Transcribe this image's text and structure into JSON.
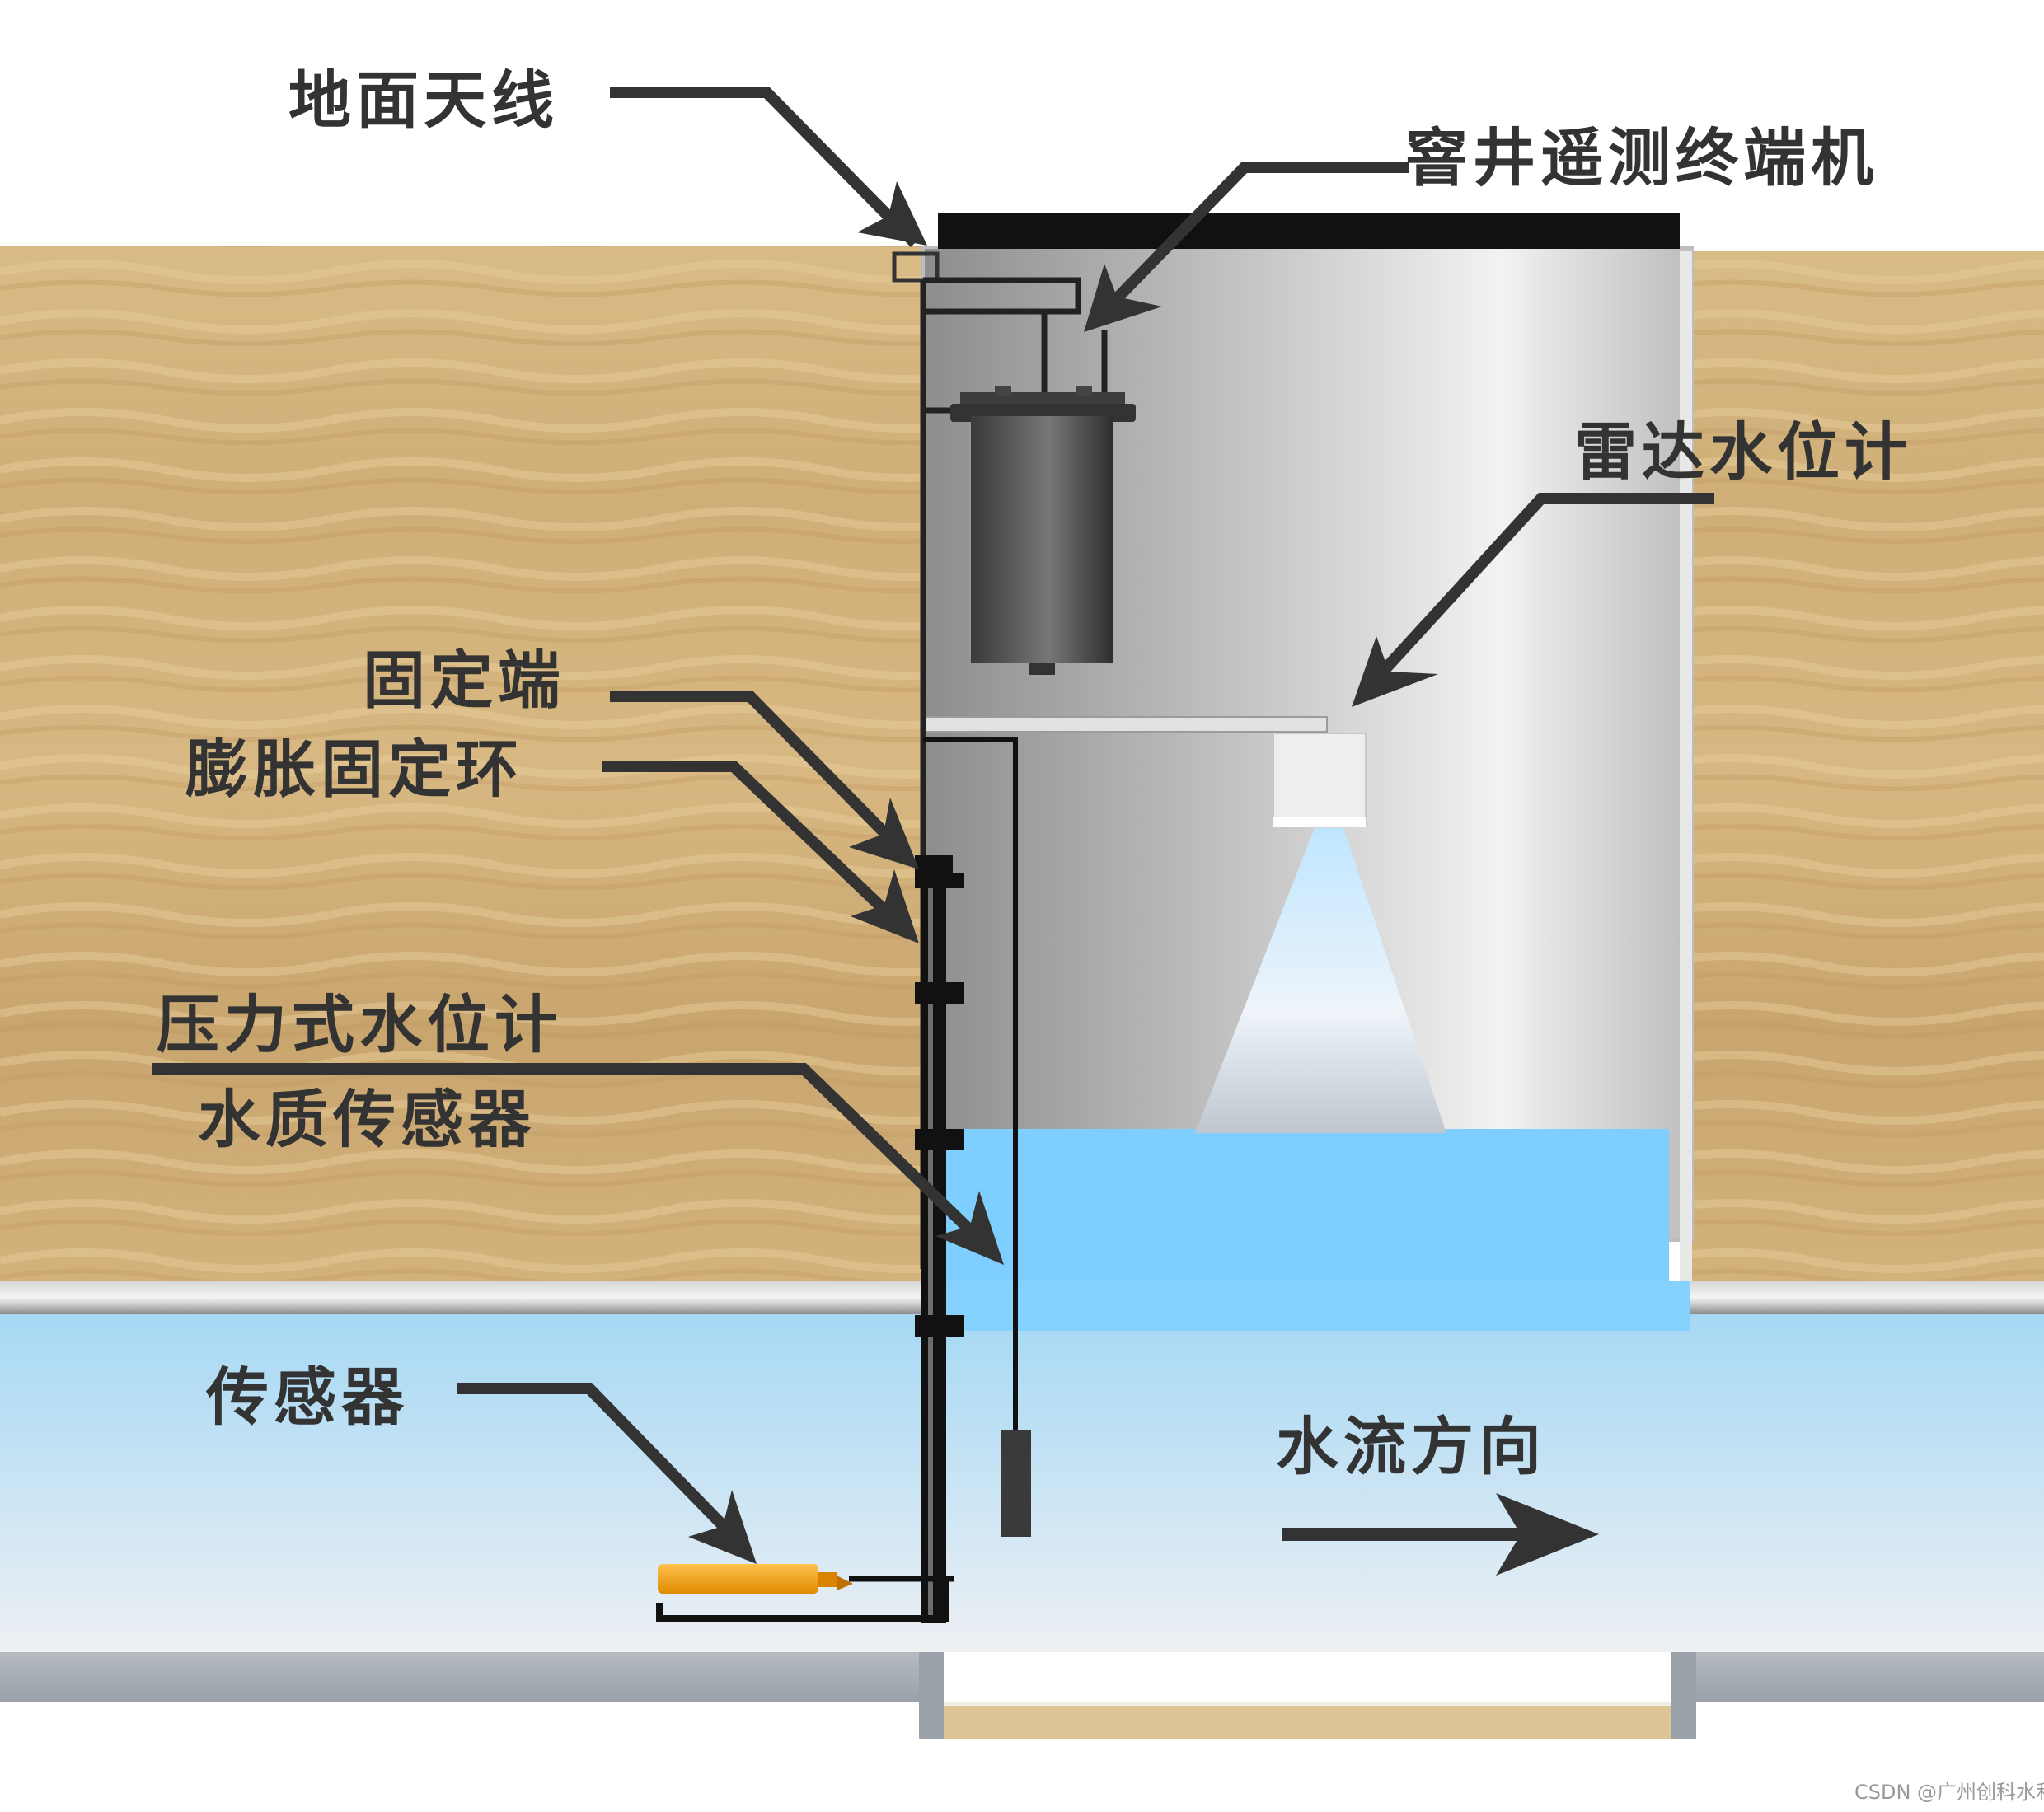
{
  "labels": {
    "ground_antenna": "地面天线",
    "well_terminal": "窨井遥测终端机",
    "radar_gauge": "雷达水位计",
    "fixed_end": "固定端",
    "expansion_ring": "膨胀固定环",
    "pressure_gauge": "压力式水位计",
    "water_quality_sensor": "水质传感器",
    "sensor": "传感器",
    "flow_direction": "水流方向"
  },
  "watermark": "CSDN @广州创科水利",
  "colors": {
    "soil_light": "#e0c48e",
    "soil_dark": "#c8a06a",
    "water": "#7ecfff",
    "water_pale": "#e6eef5",
    "arrow": "#333333",
    "well_gray": "#a8a8a8",
    "sensor_orange": "#f5a623"
  }
}
